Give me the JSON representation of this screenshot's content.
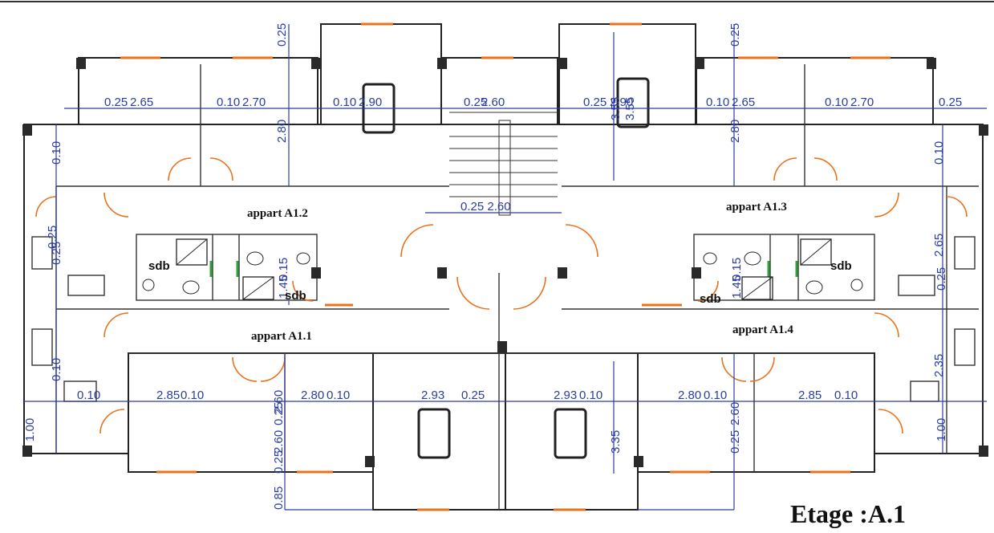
{
  "title": "Etage :A.1",
  "apartments": {
    "a12": "appart A1.2",
    "a13": "appart A1.3",
    "a11": "appart A1.1",
    "a14": "appart A1.4"
  },
  "rooms": {
    "sdb1": "sdb",
    "sdb2": "sdb",
    "sdb3": "sdb",
    "sdb4": "sdb"
  },
  "dims_top": {
    "d1": "0.25",
    "d2": "2.65",
    "d3": "0.10",
    "d4": "2.70",
    "d5": "0.10",
    "d6": "2.90",
    "d7": "0.25",
    "d8": "2.60",
    "d9": "0.25",
    "d10": "2.90",
    "d11": "0.10",
    "d12": "2.65",
    "d13": "0.10",
    "d14": "2.70",
    "d15": "0.25"
  },
  "dims_bottom": {
    "d1": "0.10",
    "d2": "2.85",
    "d3": "0.10",
    "d4": "2.80",
    "d5": "0.10",
    "d6": "2.93",
    "d7": "0.25",
    "d8": "2.93",
    "d9": "0.10",
    "d10": "2.80",
    "d11": "0.10",
    "d12": "2.85",
    "d13": "0.10"
  },
  "dims_vertical": {
    "v1": "0.25",
    "v2": "2.80",
    "v3": "0.25",
    "v4": "3.55",
    "v5": "2.80",
    "v6": "0.25",
    "v7": "2.60",
    "v8": "0.25",
    "v9": "0.85",
    "v10": "3.35",
    "v11": "2.60",
    "v12": "0.25",
    "v13": "1.00",
    "v14": "1.00",
    "v15": "0.10",
    "v16": "0.10",
    "v17": "2.35",
    "v18": "2.65",
    "v19": "0.25",
    "v20": "0.10",
    "v21": "0.15",
    "v22": "0.15",
    "v23": "1.45",
    "v24": "1.45",
    "v25": "0.25",
    "v26": "2.60",
    "v27": "0.25",
    "v28": "3.55"
  },
  "stair_dim": "0.25 2.60"
}
